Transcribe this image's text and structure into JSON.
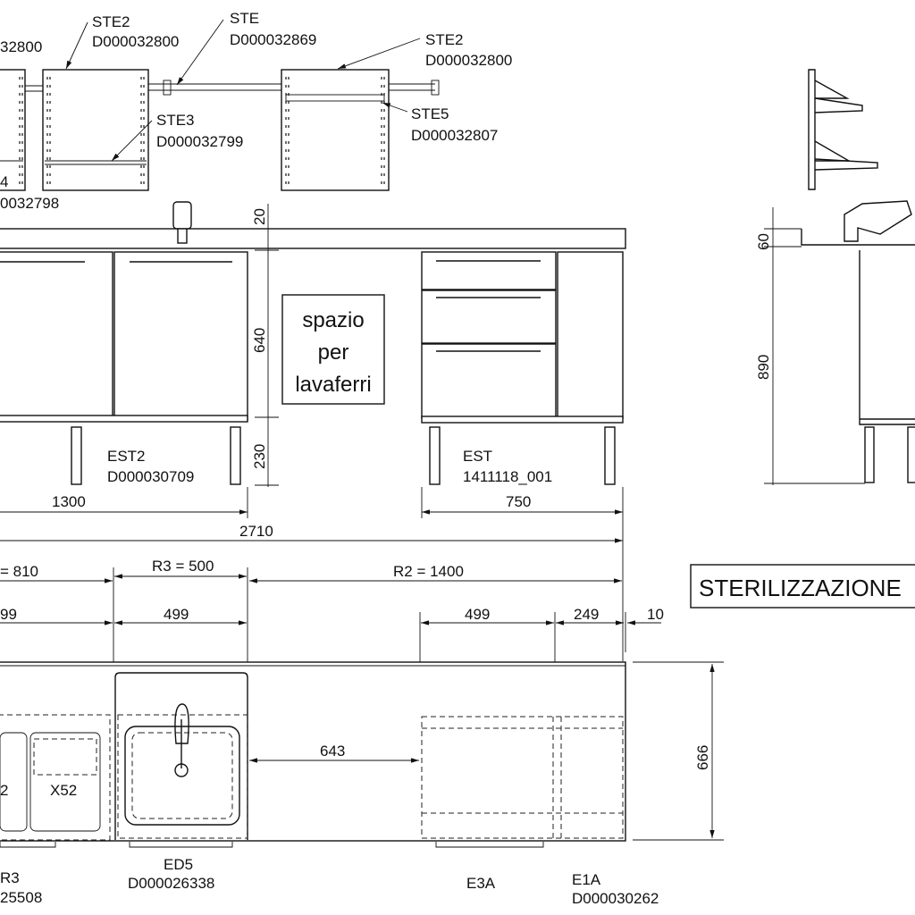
{
  "wall_elevation": {
    "labels": [
      {
        "code": "STE2",
        "part": "D000032800"
      },
      {
        "code": "STE",
        "part": "D000032869"
      },
      {
        "code": "STE2",
        "part": "D000032800"
      },
      {
        "code": "STE3",
        "part": "D000032799"
      },
      {
        "code": "STE5",
        "part": "D000032807"
      }
    ],
    "partial_left_top": "32800",
    "partial_left_code": "4",
    "partial_left_bottom": "0032798"
  },
  "front_elevation": {
    "dims": {
      "top": "20",
      "body": "640",
      "legs": "230",
      "left_width": "1300",
      "right_width": "750",
      "total": "2710"
    },
    "note_lines": [
      "spazio",
      "per",
      "lavaferri"
    ],
    "units": [
      {
        "code": "EST2",
        "part": "D000030709"
      },
      {
        "code": "EST",
        "part": "1411118_001"
      }
    ]
  },
  "side_view": {
    "dims": {
      "top": "60",
      "height": "890"
    }
  },
  "section_title": "STERILIZZAZIONE",
  "plan_view": {
    "runs": {
      "r_left": "= 810",
      "r3": "R3 =  500",
      "r2": "R2 =  1400"
    },
    "widths": {
      "left": "99",
      "sink": "499",
      "e3a": "499",
      "e1a": "249",
      "gap_end": "10"
    },
    "gap": "643",
    "depth": "666",
    "drawer_labels": [
      "2",
      "X52"
    ],
    "units": [
      {
        "code": "R3",
        "part": "25508"
      },
      {
        "code": "ED5",
        "part": "D000026338"
      },
      {
        "code": "E3A",
        "part": ""
      },
      {
        "code": "E1A",
        "part": "D000030262"
      }
    ]
  }
}
